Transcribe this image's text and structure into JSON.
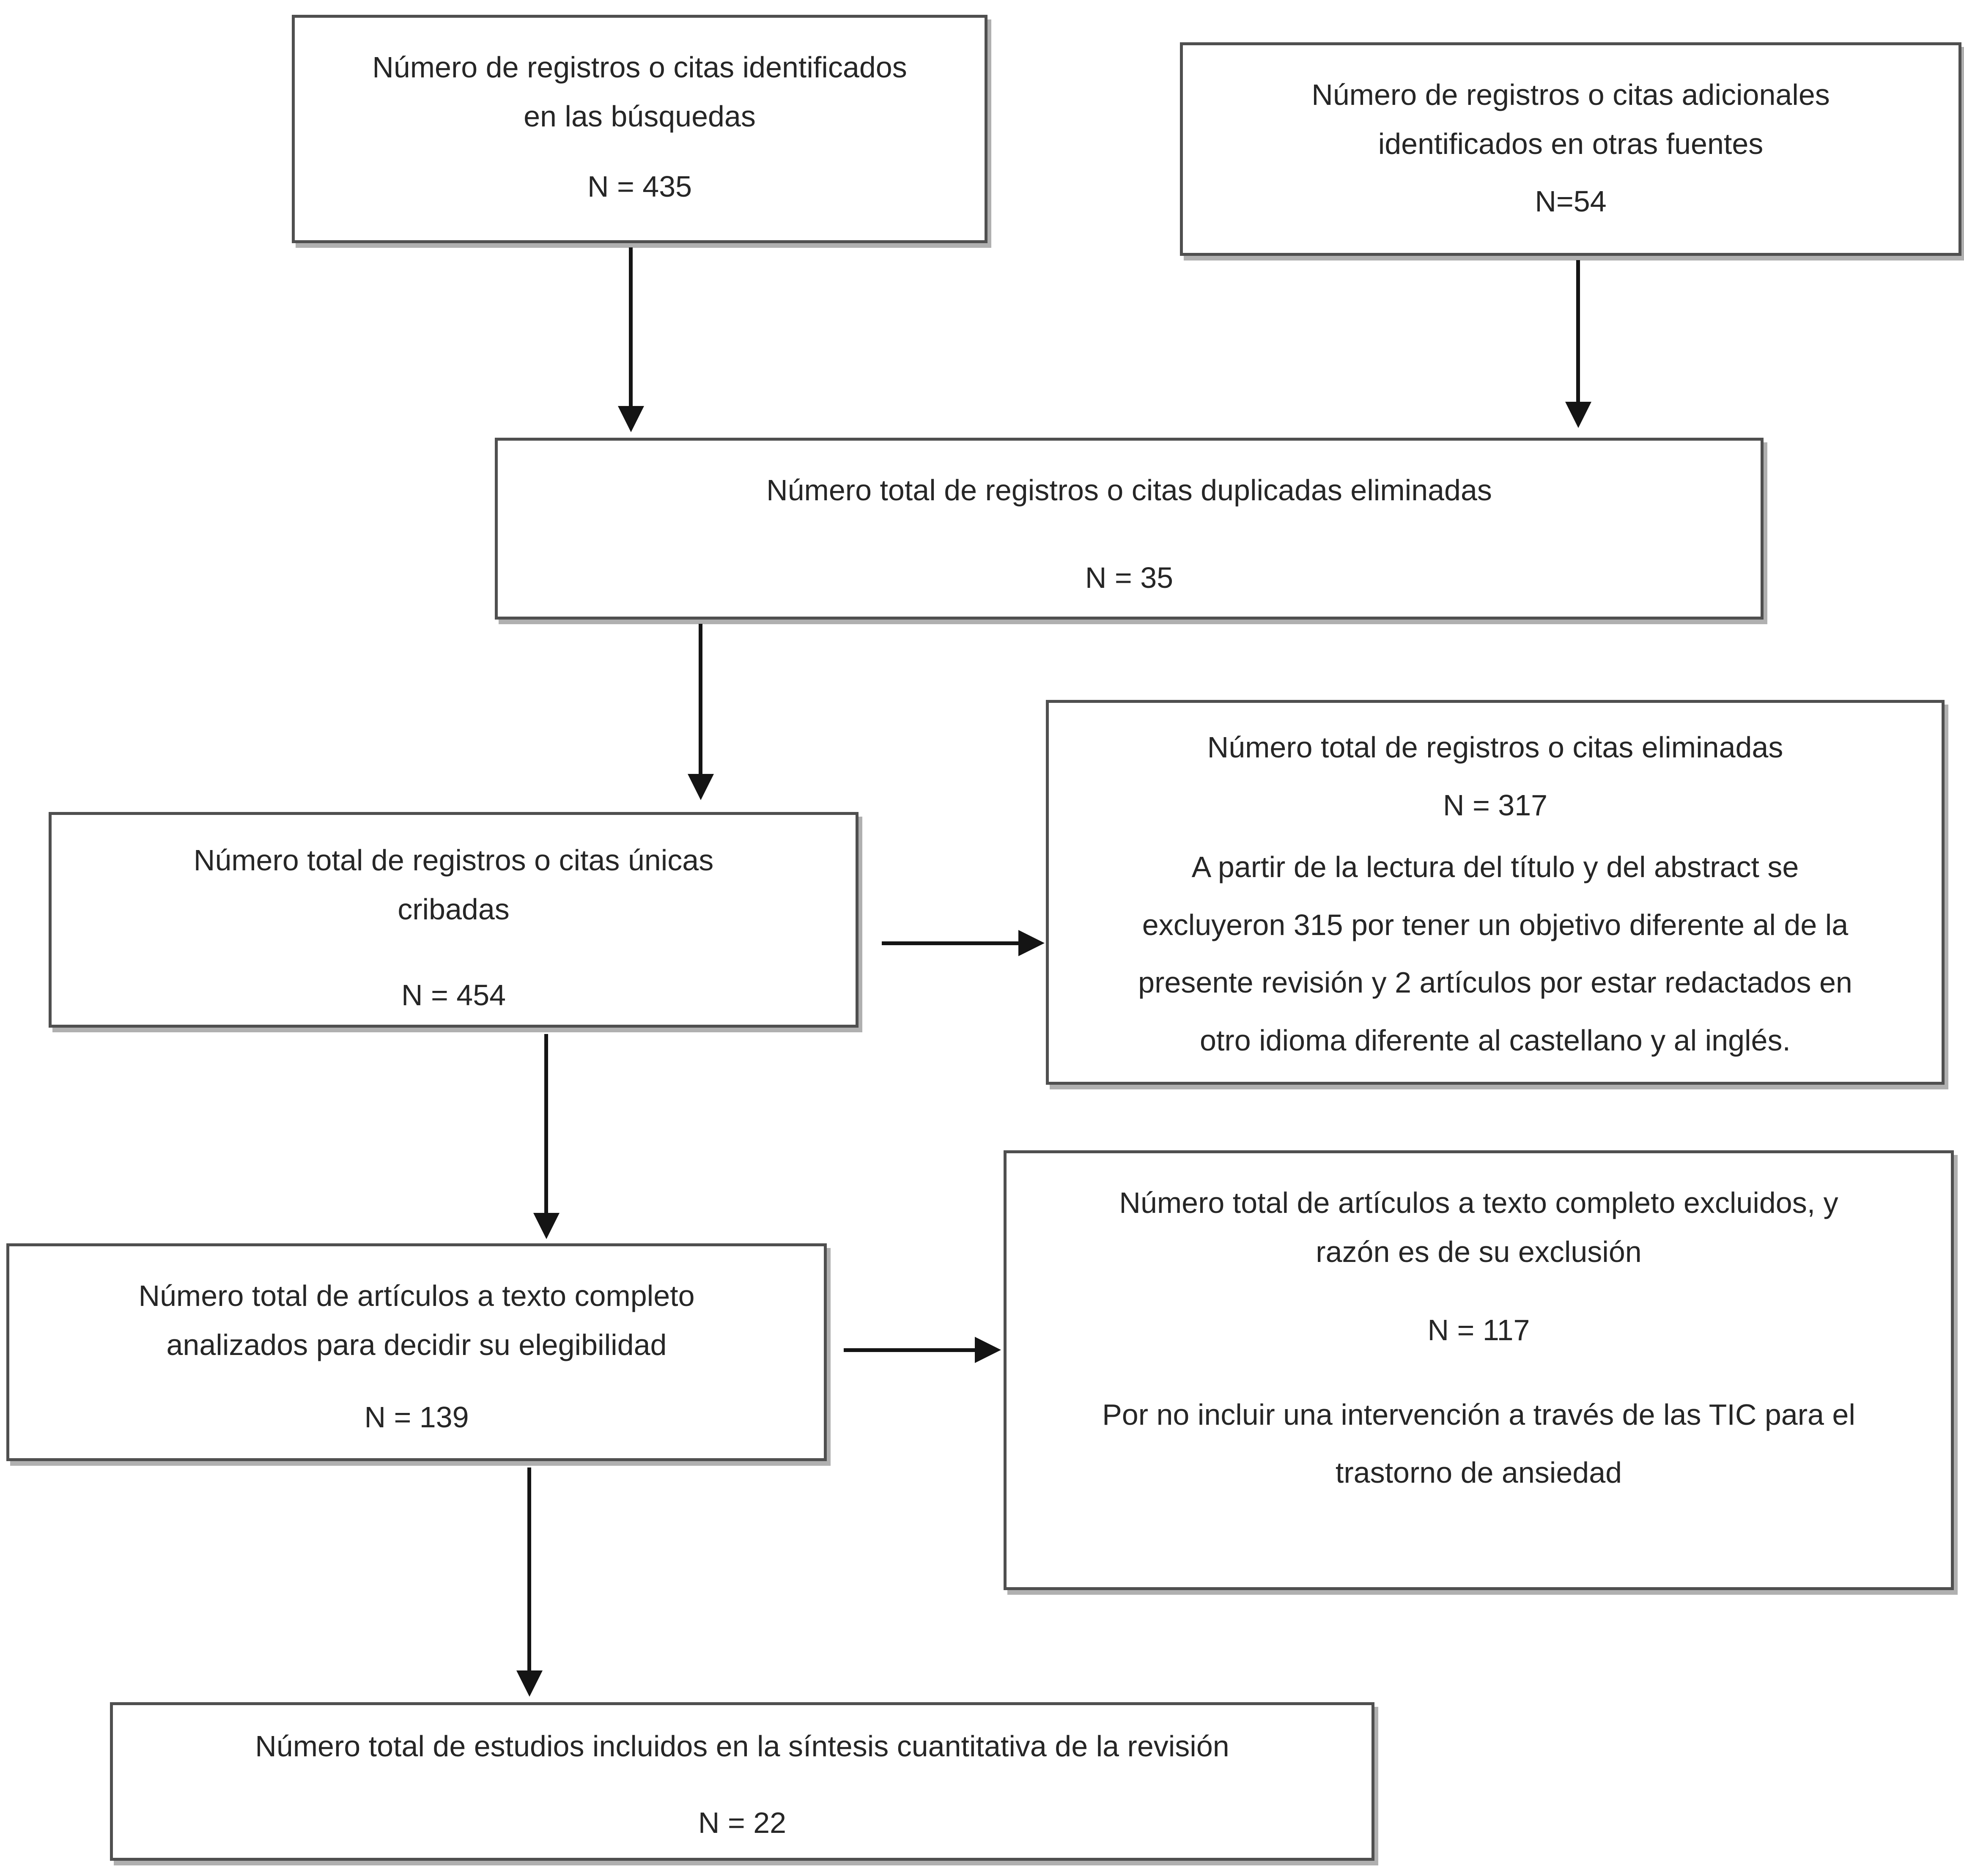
{
  "diagram": {
    "type": "flowchart",
    "language": "es",
    "colors": {
      "background": "#ffffff",
      "box_fill": "#ffffff",
      "box_border": "#4f4f4f",
      "box_shadow": "#b0b0b0",
      "text": "#262626",
      "arrow": "#141414"
    },
    "nodes": {
      "identified_searches": {
        "title": "Número de registros o citas identificados\nen las búsquedas",
        "n": "N = 435"
      },
      "other_sources": {
        "title": "Número de registros o citas adicionales\nidentificados en otras fuentes",
        "n": "N=54"
      },
      "duplicates_removed": {
        "title": "Número total de registros o citas duplicadas eliminadas",
        "n": "N = 35"
      },
      "screened": {
        "title": "Número total de registros o citas únicas\ncribadas",
        "n": "N = 454"
      },
      "records_excluded": {
        "title": "Número total de registros o citas eliminadas",
        "n": "N = 317",
        "note": "A partir de la lectura del título y del abstract se\nexcluyeron 315 por tener un objetivo diferente al de la\npresente revisión y 2 artículos por estar redactados en\notro idioma diferente al castellano y al inglés."
      },
      "fulltext_assessed": {
        "title": "Número total de artículos a texto completo\nanalizados para decidir su elegibilidad",
        "n": "N = 139"
      },
      "fulltext_excluded": {
        "title": "Número total de artículos a texto completo excluidos, y\nrazón es de su exclusión",
        "n": "N = 117",
        "note": "Por no incluir una intervención a través de las TIC para el\ntrastorno de ansiedad"
      },
      "included": {
        "title": "Número total de estudios incluidos en la síntesis cuantitativa de la revisión",
        "n": "N = 22"
      }
    },
    "edges": [
      {
        "from": "identified_searches",
        "to": "duplicates_removed",
        "direction": "down"
      },
      {
        "from": "other_sources",
        "to": "duplicates_removed",
        "direction": "down"
      },
      {
        "from": "duplicates_removed",
        "to": "screened",
        "direction": "down"
      },
      {
        "from": "screened",
        "to": "records_excluded",
        "direction": "right"
      },
      {
        "from": "screened",
        "to": "fulltext_assessed",
        "direction": "down"
      },
      {
        "from": "fulltext_assessed",
        "to": "fulltext_excluded",
        "direction": "right"
      },
      {
        "from": "fulltext_assessed",
        "to": "included",
        "direction": "down"
      }
    ]
  }
}
